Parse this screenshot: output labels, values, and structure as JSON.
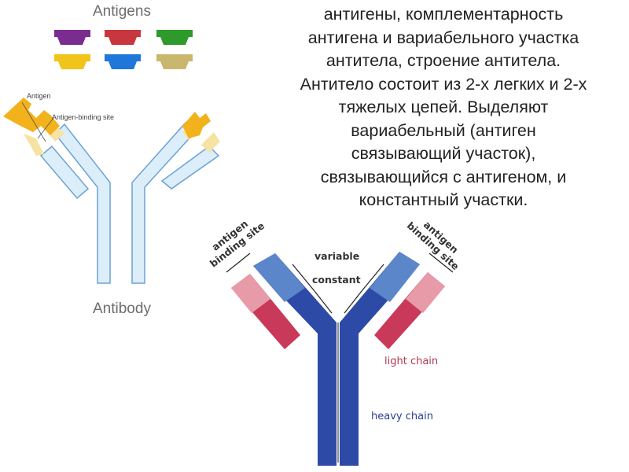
{
  "left_panel": {
    "antigens_title": "Antigens",
    "antigen_colors": [
      "#7a2c91",
      "#c8373d",
      "#2f9a2c",
      "#f0c418",
      "#1f77d9",
      "#c9b76e"
    ],
    "antigen_label": "Antigen",
    "binding_site_label": "Antigen-binding site",
    "antibody_label": "Antibody"
  },
  "main_text": "антигены, комплементарность\nантигена и вариабельного участка\nантитела, строение антитела.\nАнтитело состоит из 2-х легких и 2-х\nтяжелых цепей. Выделяют\nвариабельный (антиген\nсвязывающий участок),\nсвязывающийся с антигеном, и\nконстантный участки.",
  "right_panel": {
    "antigen_binding_site_left": "antigen\nbinding site",
    "antigen_binding_site_right": "antigen\nbinding site",
    "variable_label": "variable",
    "constant_label": "constant",
    "light_chain_label": "light chain",
    "heavy_chain_label": "heavy chain"
  },
  "colors": {
    "heavy_chain": "#2c4aa6",
    "heavy_chain_variable": "#5b86c9",
    "light_chain": "#c9395a",
    "light_chain_variable": "#e79aa8",
    "left_chain_fill": "#dceef9",
    "left_chain_stroke": "#6aa2d6",
    "left_variable": "#f6e3a4",
    "left_antigen": "#f3b21b"
  }
}
